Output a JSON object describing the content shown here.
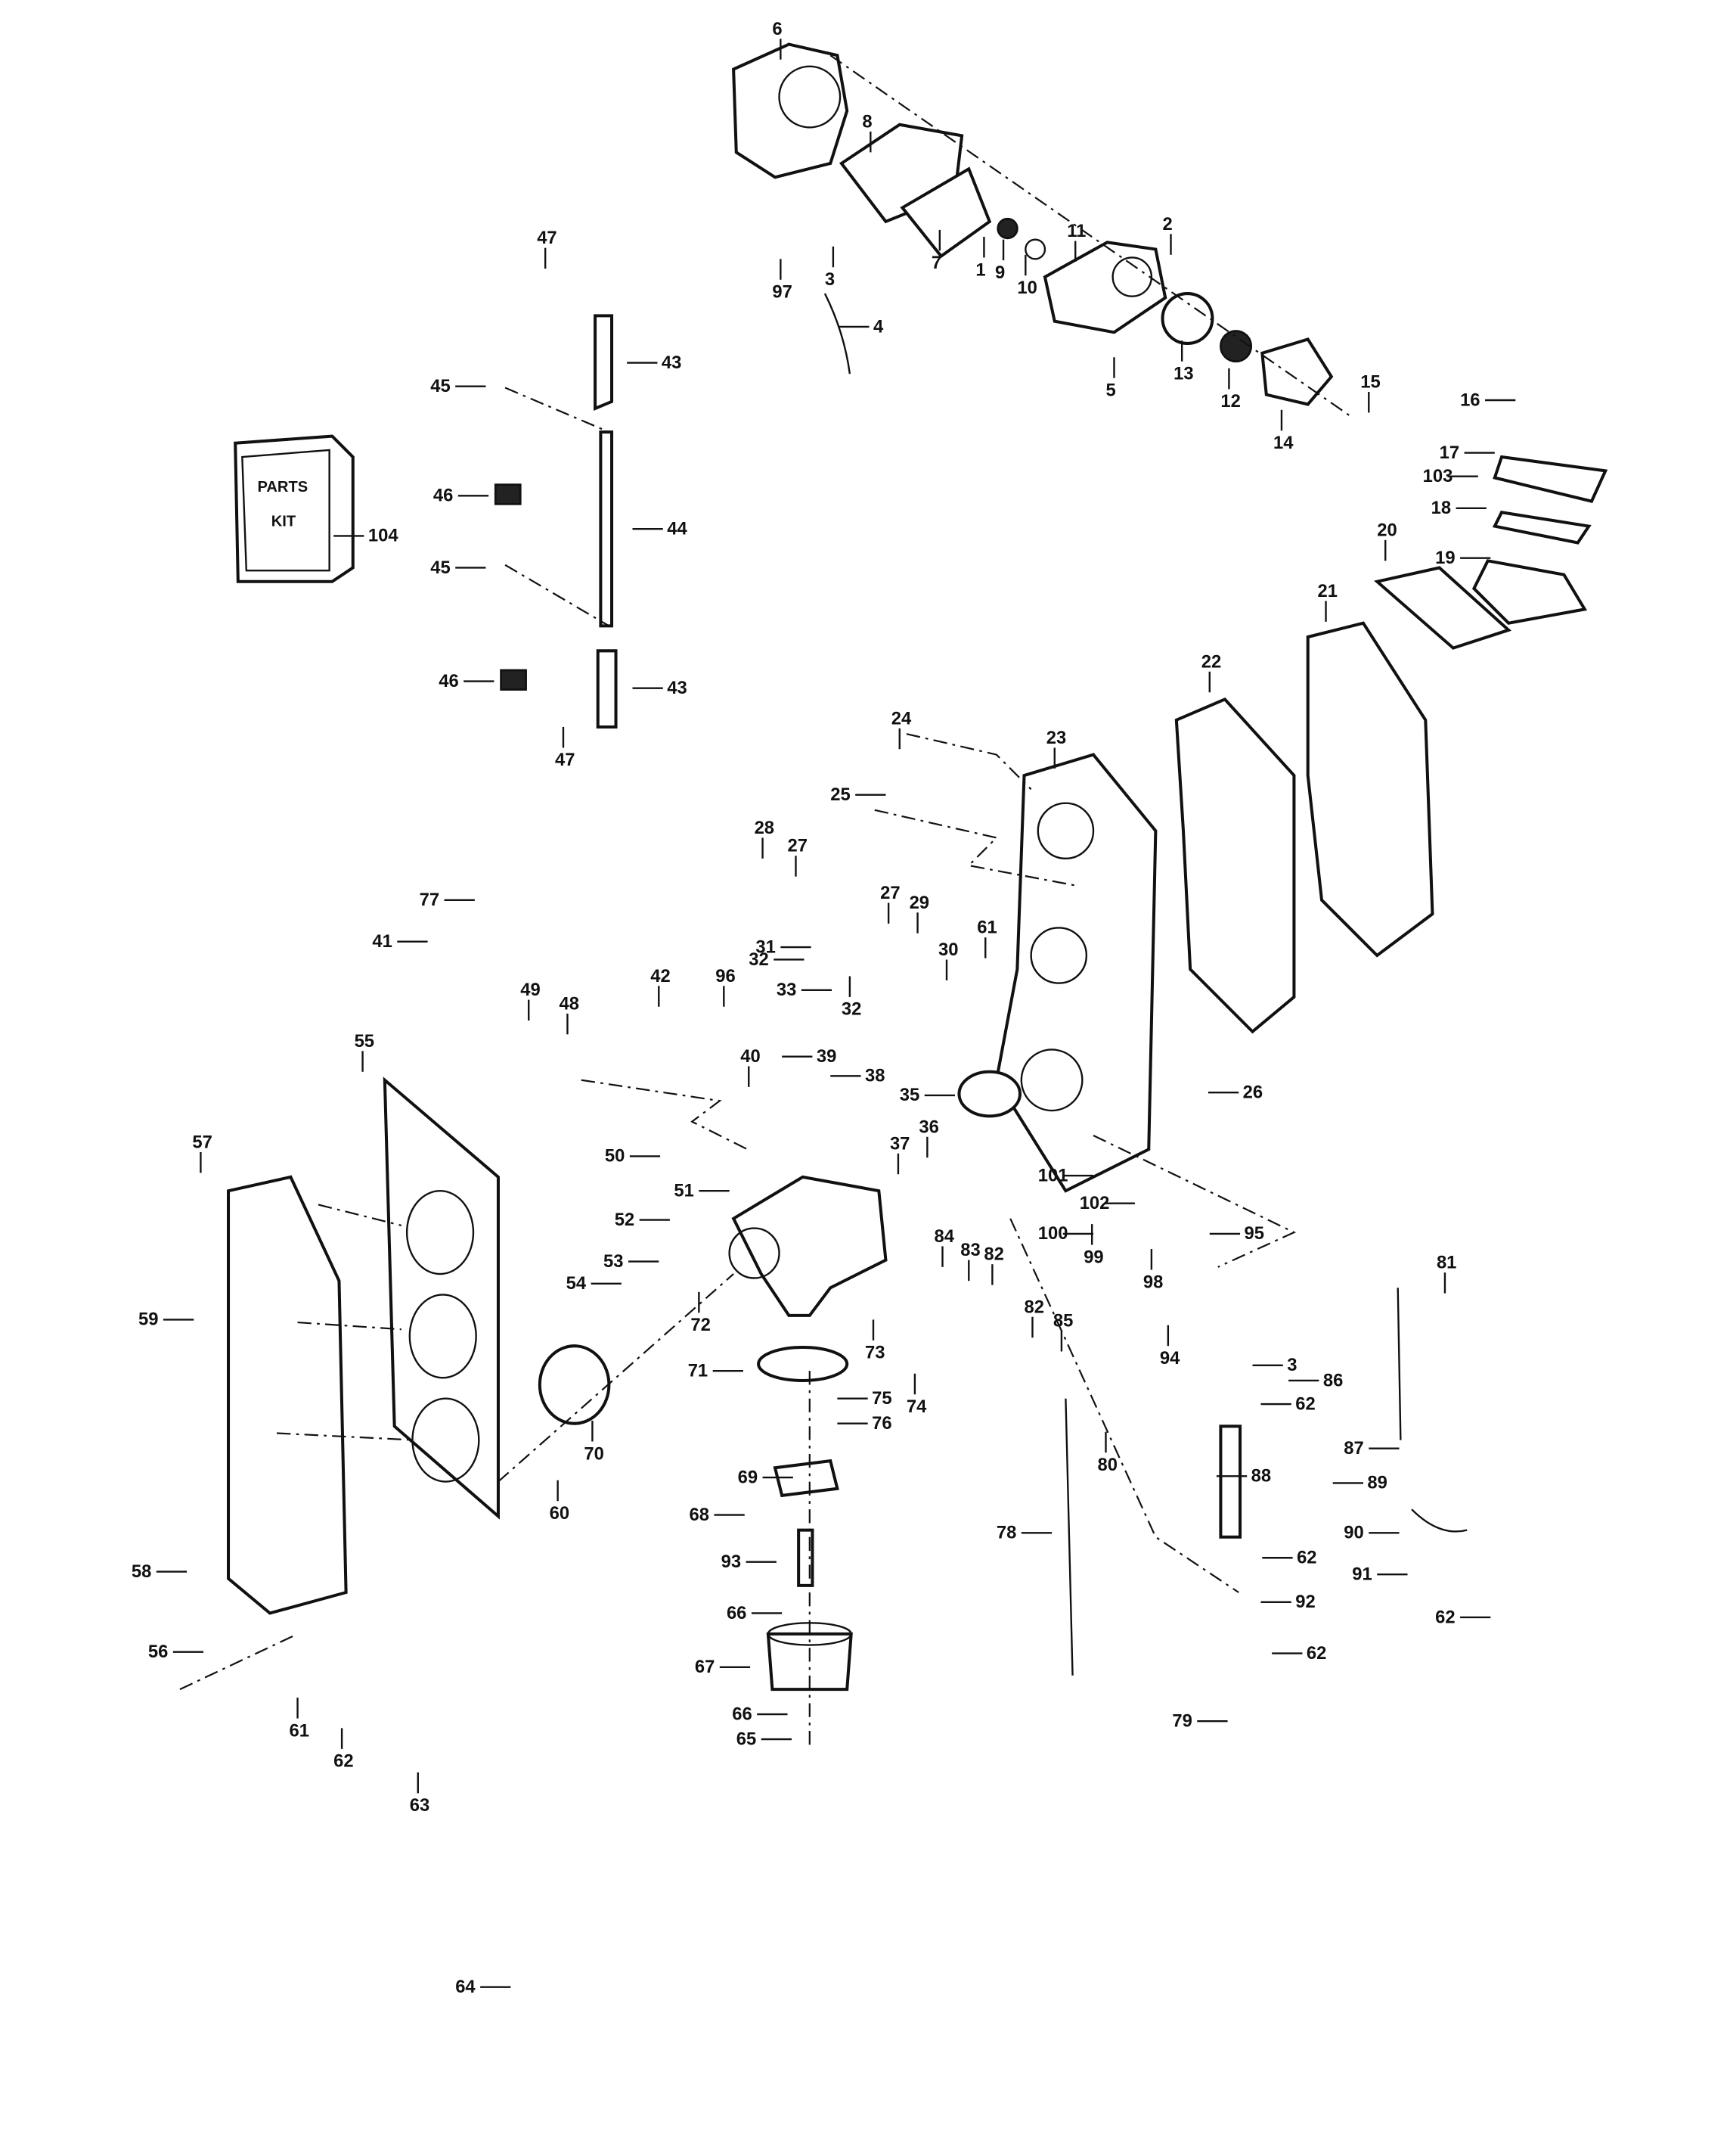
{
  "diagram": {
    "kit_box_text": [
      "PARTS",
      "KIT"
    ],
    "callouts": [
      "6",
      "8",
      "7",
      "1",
      "9",
      "10",
      "11",
      "2",
      "97",
      "3",
      "4",
      "5",
      "13",
      "12",
      "14",
      "15",
      "16",
      "17",
      "103",
      "18",
      "20",
      "19",
      "21",
      "22",
      "47",
      "43",
      "45",
      "46",
      "44",
      "45",
      "104",
      "46",
      "43",
      "47",
      "24",
      "23",
      "25",
      "28",
      "27",
      "27",
      "29",
      "77",
      "41",
      "31",
      "32",
      "30",
      "61",
      "33",
      "32",
      "42",
      "96",
      "49",
      "48",
      "40",
      "39",
      "38",
      "35",
      "36",
      "37",
      "26",
      "55",
      "57",
      "50",
      "51",
      "101",
      "102",
      "100",
      "99",
      "95",
      "98",
      "52",
      "84",
      "83",
      "82",
      "53",
      "54",
      "72",
      "73",
      "81",
      "59",
      "82",
      "85",
      "94",
      "3",
      "86",
      "71",
      "74",
      "75",
      "76",
      "62",
      "80",
      "70",
      "60",
      "87",
      "88",
      "89",
      "69",
      "68",
      "78",
      "90",
      "93",
      "62",
      "91",
      "92",
      "58",
      "66",
      "62",
      "62",
      "67",
      "56",
      "79",
      "61",
      "62",
      "66",
      "65",
      "63",
      "64"
    ]
  }
}
